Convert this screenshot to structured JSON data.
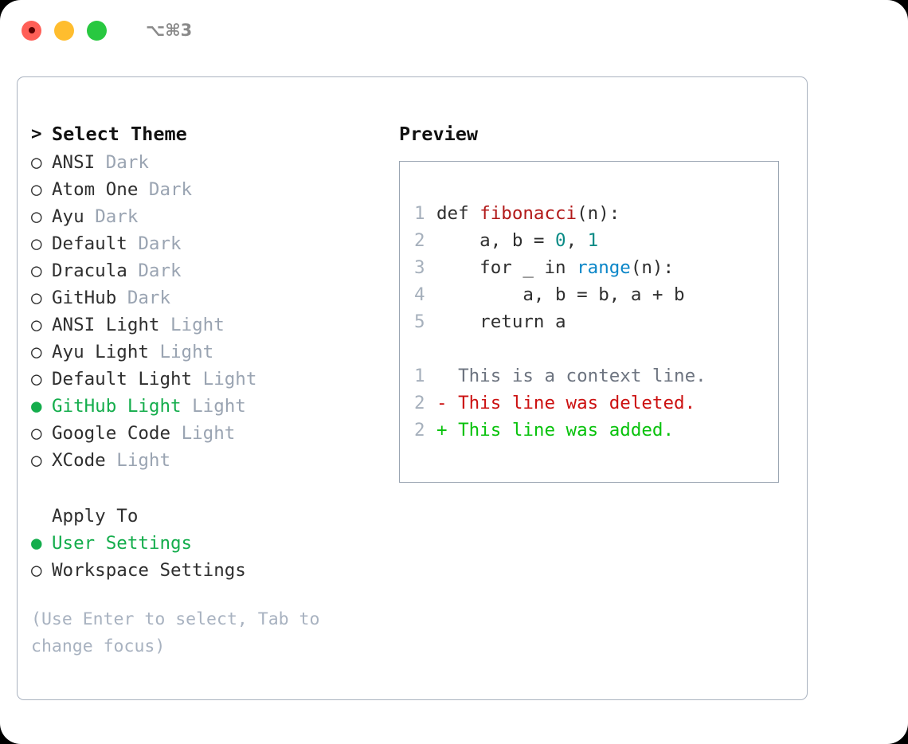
{
  "titlebar": {
    "shortcut": "⌥⌘3",
    "traffic_lights": [
      {
        "name": "close",
        "color": "#ff5f57"
      },
      {
        "name": "minimize",
        "color": "#ffbd2e"
      },
      {
        "name": "maximize",
        "color": "#28c840"
      }
    ]
  },
  "theme_picker": {
    "header_prefix": ">",
    "header": "Select Theme",
    "bullet_unselected": "○",
    "bullet_selected": "●",
    "items": [
      {
        "name": "ANSI",
        "variant": "Dark",
        "selected": false
      },
      {
        "name": "Atom One",
        "variant": "Dark",
        "selected": false
      },
      {
        "name": "Ayu",
        "variant": "Dark",
        "selected": false
      },
      {
        "name": "Default",
        "variant": "Dark",
        "selected": false
      },
      {
        "name": "Dracula",
        "variant": "Dark",
        "selected": false
      },
      {
        "name": "GitHub",
        "variant": "Dark",
        "selected": false
      },
      {
        "name": "ANSI Light",
        "variant": "Light",
        "selected": false
      },
      {
        "name": "Ayu Light",
        "variant": "Light",
        "selected": false
      },
      {
        "name": "Default Light",
        "variant": "Light",
        "selected": false
      },
      {
        "name": "GitHub Light",
        "variant": "Light",
        "selected": true
      },
      {
        "name": "Google Code",
        "variant": "Light",
        "selected": false
      },
      {
        "name": "XCode",
        "variant": "Light",
        "selected": false
      }
    ]
  },
  "apply_to": {
    "header": "Apply To",
    "options": [
      {
        "label": "User Settings",
        "selected": true
      },
      {
        "label": "Workspace Settings",
        "selected": false
      }
    ]
  },
  "hint": "(Use Enter to select, Tab to change focus)",
  "preview": {
    "title": "Preview",
    "code_lines": [
      {
        "no": "1",
        "tokens": [
          {
            "t": "def ",
            "c": "plain"
          },
          {
            "t": "fibonacci",
            "c": "fn"
          },
          {
            "t": "(n):",
            "c": "plain"
          }
        ]
      },
      {
        "no": "2",
        "tokens": [
          {
            "t": "    a, b = ",
            "c": "plain"
          },
          {
            "t": "0",
            "c": "num"
          },
          {
            "t": ", ",
            "c": "plain"
          },
          {
            "t": "1",
            "c": "num"
          }
        ]
      },
      {
        "no": "3",
        "tokens": [
          {
            "t": "    for _ in ",
            "c": "plain"
          },
          {
            "t": "range",
            "c": "call"
          },
          {
            "t": "(n):",
            "c": "plain"
          }
        ]
      },
      {
        "no": "4",
        "tokens": [
          {
            "t": "        a, b = b, a + b",
            "c": "plain"
          }
        ]
      },
      {
        "no": "5",
        "tokens": [
          {
            "t": "    return a",
            "c": "plain"
          }
        ]
      }
    ],
    "diff_lines": [
      {
        "no": "1",
        "marker": " ",
        "text": "This is a context line.",
        "kind": "ctx"
      },
      {
        "no": "2",
        "marker": "-",
        "text": "This line was deleted.",
        "kind": "del"
      },
      {
        "no": "2",
        "marker": "+",
        "text": "This line was added.",
        "kind": "add"
      }
    ]
  },
  "colors": {
    "accent_green": "#14ad4c",
    "muted": "#9aa4b2",
    "hint": "#a8b2c0",
    "panel_border": "#aab3c0",
    "preview_border": "#9aa5b2",
    "diff_add": "#08c20c",
    "diff_del": "#cc1111",
    "syntax_function": "#b21a1a",
    "syntax_number": "#0a8b86",
    "syntax_call": "#0a86c8"
  }
}
